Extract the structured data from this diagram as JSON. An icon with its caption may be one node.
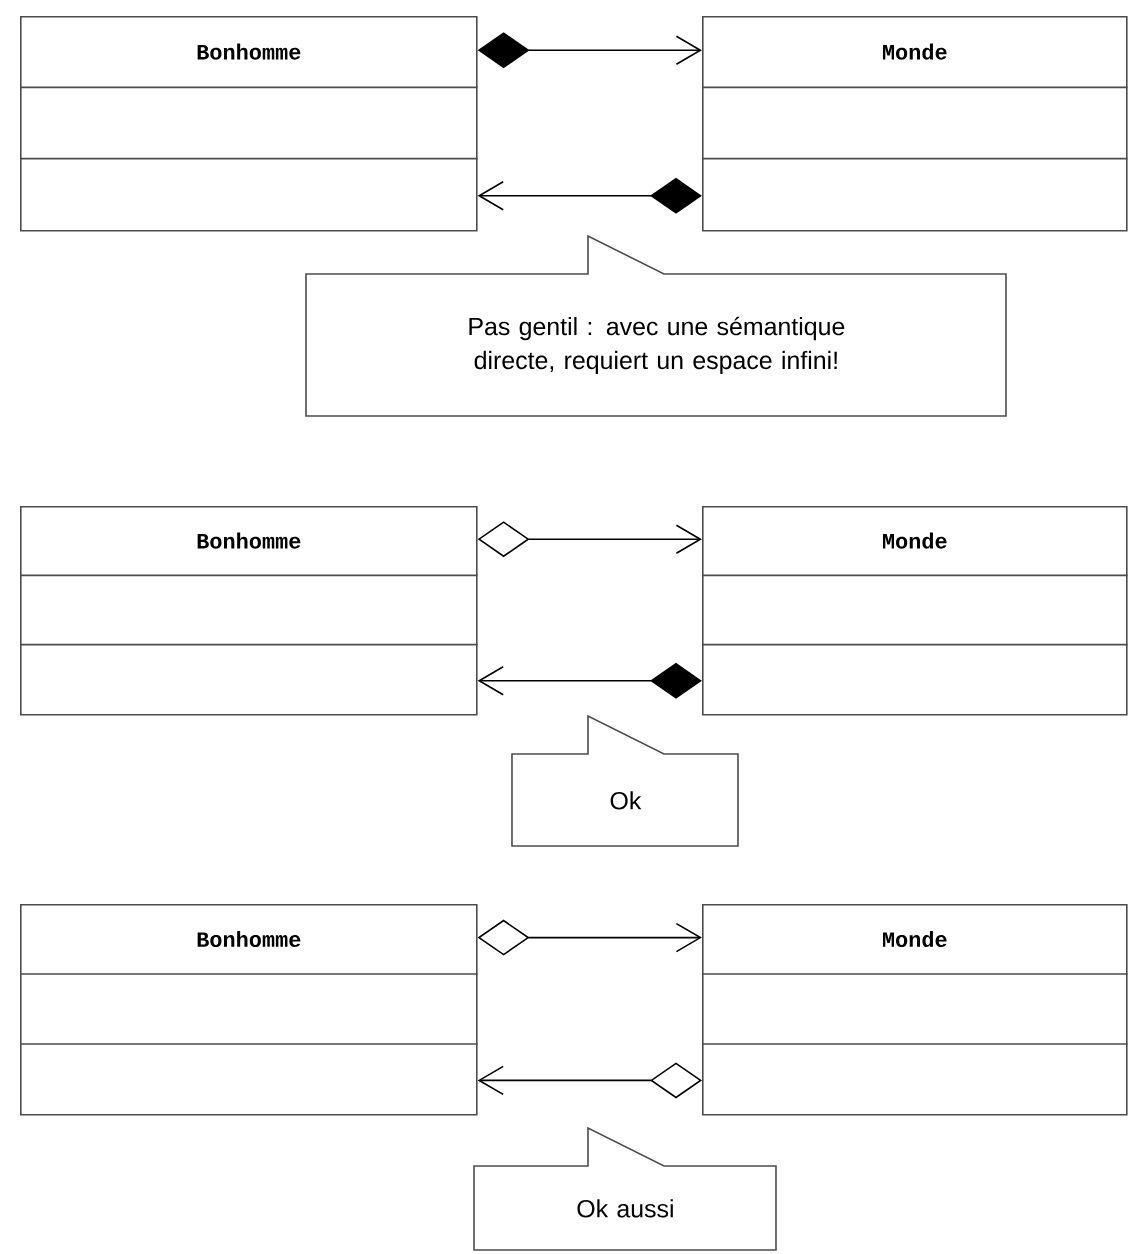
{
  "diagram": {
    "nodes": [
      {
        "text": [
          "Bonhomme"
        ]
      },
      {
        "text": [
          "Monde"
        ]
      },
      {
        "text": [
          "Pas gentil : avec une sémantique directe, requiert un espace infini!"
        ]
      },
      {
        "text": [
          "Bonhomme"
        ]
      },
      {
        "text": [
          "Monde"
        ]
      },
      {
        "text": [
          "Ok"
        ]
      },
      {
        "text": [
          "Bonhomme"
        ]
      },
      {
        "text": [
          "Monde"
        ]
      },
      {
        "text": [
          "Ok aussi"
        ]
      }
    ],
    "edges": [
      {
        "from": 0,
        "to": 1,
        "arrow": "to"
      },
      {
        "from": 1,
        "to": 0,
        "arrow": "to"
      },
      {
        "from": 3,
        "to": 4,
        "arrow": "to"
      },
      {
        "from": 4,
        "to": 3,
        "arrow": "to"
      },
      {
        "from": 6,
        "to": 7,
        "arrow": "to"
      },
      {
        "from": 7,
        "to": 6,
        "arrow": "to"
      }
    ]
  }
}
